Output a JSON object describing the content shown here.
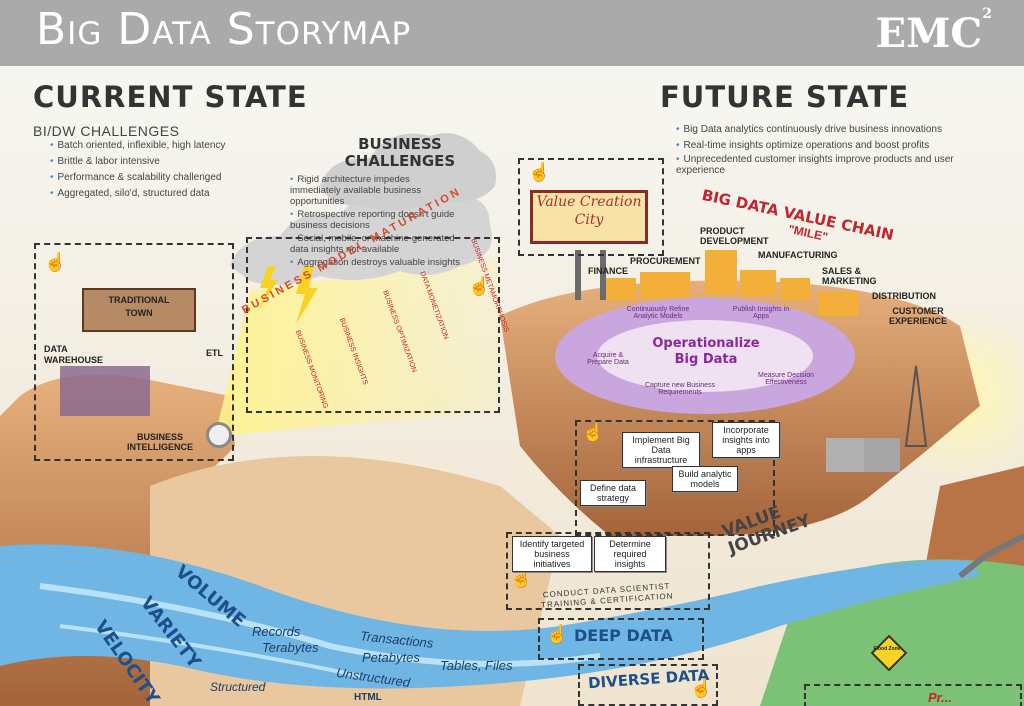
{
  "header": {
    "title": "Big Data Storymap",
    "logo": "EMC",
    "logo_sup": "2"
  },
  "current_state": {
    "heading": "CURRENT STATE",
    "subheading": "BI/DW CHALLENGES",
    "bullets": [
      "Batch oriented, inflexible, high latency",
      "Brittle & labor intensive",
      "Performance & scalability challenged",
      "Aggregated, silo'd, structured data"
    ]
  },
  "business_challenges": {
    "heading_line1": "BUSINESS",
    "heading_line2": "CHALLENGES",
    "bullets": [
      "Rigid architecture impedes immediately available business opportunities",
      "Retrospective reporting doesn't guide business decisions",
      "Social, mobile, or machine-generated data insights not available",
      "Aggregation destroys valuable insights"
    ]
  },
  "future_state": {
    "heading": "FUTURE STATE",
    "bullets": [
      "Big Data analytics continuously drive business innovations",
      "Real-time insights optimize operations and boost profits",
      "Unprecedented customer insights improve products and user experience"
    ]
  },
  "town": {
    "sign_line1": "TRADITIONAL",
    "sign_line2": "TOWN",
    "data_warehouse": "DATA WAREHOUSE",
    "etl": "ETL",
    "bi": "BUSINESS INTELLIGENCE"
  },
  "maturation": {
    "title": "BUSINESS MODEL MATURATION",
    "stages": [
      "BUSINESS MONITORING",
      "BUSINESS INSIGHTS",
      "BUSINESS OPTIMIZATION",
      "DATA MONETIZATION",
      "BUSINESS METAMORPHOSIS"
    ]
  },
  "value_city": {
    "sign_line1": "Value Creation",
    "sign_line2": "City"
  },
  "value_chain": {
    "title": "BIG DATA VALUE CHAIN",
    "subtitle": "\"MILE\"",
    "stations": [
      "FINANCE",
      "PROCUREMENT",
      "PRODUCT DEVELOPMENT",
      "MANUFACTURING",
      "SALES & MARKETING",
      "DISTRIBUTION",
      "CUSTOMER EXPERIENCE"
    ]
  },
  "operationalize": {
    "center_line1": "Operationalize",
    "center_line2": "Big Data",
    "steps": [
      "Continuously Refine Analytic Models",
      "Publish Insights in Apps",
      "Acquire & Prepare Data",
      "Capture new Business Requirements",
      "Measure Decision Effectiveness"
    ]
  },
  "journey": {
    "steps": [
      "Implement Big Data infrastructure",
      "Incorporate insights into apps",
      "Define data strategy",
      "Build analytic models",
      "Identify targeted business initiatives",
      "Determine required insights"
    ],
    "value_journey": "VALUE JOURNEY",
    "scientist_line1": "CONDUCT DATA SCIENTIST",
    "scientist_line2": "TRAINING & CERTIFICATION"
  },
  "river": {
    "volume": "VOLUME",
    "variety": "VARIETY",
    "velocity": "VELOCITY",
    "records": "Records",
    "terabytes": "Terabytes",
    "transactions": "Transactions",
    "petabytes": "Petabytes",
    "tables_files": "Tables, Files",
    "structured": "Structured",
    "unstructured": "Unstructured",
    "html": "HTML",
    "deep_data": "DEEP DATA",
    "diverse_data": "DIVERSE DATA",
    "bottom_right": "Pr...",
    "sign": "Flood Zone"
  },
  "colors": {
    "header": "#aaaaaa",
    "accent_red": "#c0262d",
    "river": "#6fb6e4",
    "mesa": "#c98a55",
    "ring": "#e3b3e0"
  }
}
